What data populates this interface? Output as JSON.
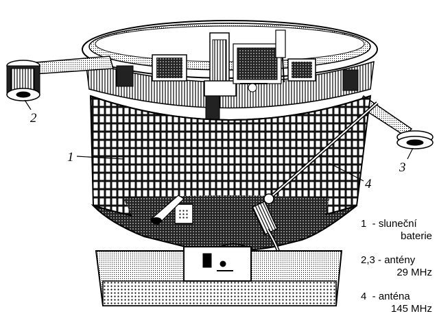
{
  "callouts": [
    "1",
    "2",
    "3",
    "4"
  ],
  "legend": [
    {
      "num": "1",
      "dash": "  - ",
      "line1": "sluneční",
      "line2": "baterie"
    },
    {
      "num": "2,3",
      "dash": " - ",
      "line1": "antény",
      "line2": "29 MHz"
    },
    {
      "num": "4",
      "dash": "  - ",
      "line1": "anténa",
      "line2": "145 MHz"
    }
  ]
}
